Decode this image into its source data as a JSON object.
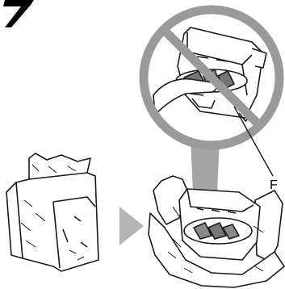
{
  "step_mark": "7",
  "callout_letter": "F",
  "colors": {
    "prohibit_ring": "#9a9a9a",
    "arrow": "#b5b5b5",
    "outline": "#1a1a1a",
    "paper": "#ffffff"
  },
  "icons": [
    "prohibition-sign",
    "print-head",
    "protective-bag",
    "right-arrow"
  ]
}
